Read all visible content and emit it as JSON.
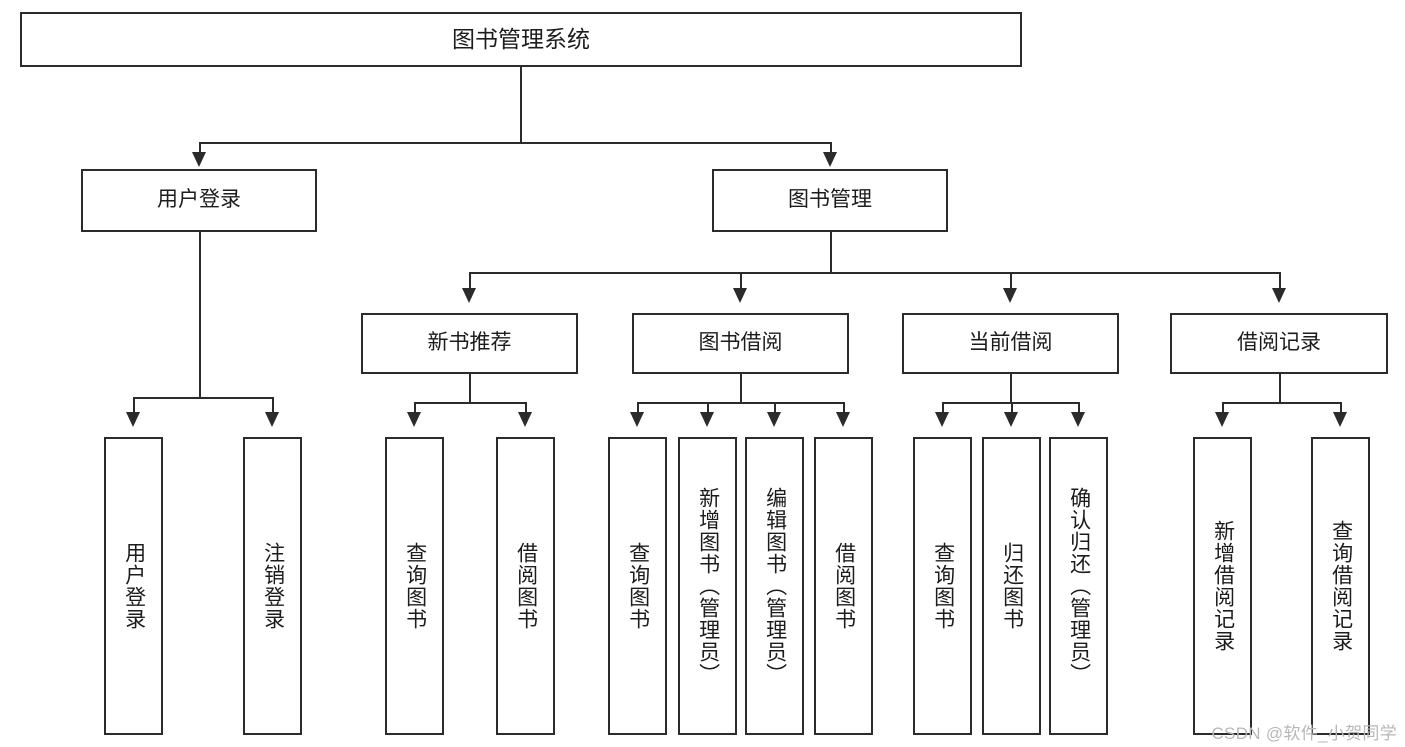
{
  "diagram": {
    "type": "tree-hierarchy",
    "title": "图书管理系统",
    "root": {
      "label": "图书管理系统"
    },
    "level2": [
      {
        "id": "user-login",
        "label": "用户登录"
      },
      {
        "id": "book-manage",
        "label": "图书管理"
      }
    ],
    "level3": [
      {
        "id": "new-book-recommend",
        "label": "新书推荐"
      },
      {
        "id": "book-borrow",
        "label": "图书借阅"
      },
      {
        "id": "current-borrow",
        "label": "当前借阅"
      },
      {
        "id": "borrow-record",
        "label": "借阅记录"
      }
    ],
    "leaves": [
      {
        "id": "leaf-user-login",
        "label": "用户登录",
        "parent": "用户登录"
      },
      {
        "id": "leaf-user-logout",
        "label": "注销登录",
        "parent": "用户登录"
      },
      {
        "id": "leaf-query-book-1",
        "label": "查询图书",
        "parent": "新书推荐"
      },
      {
        "id": "leaf-borrow-book-1",
        "label": "借阅图书",
        "parent": "新书推荐"
      },
      {
        "id": "leaf-query-book-2",
        "label": "查询图书",
        "parent": "图书借阅"
      },
      {
        "id": "leaf-add-book",
        "label": "新增图书（管理员）",
        "parent": "图书借阅"
      },
      {
        "id": "leaf-edit-book",
        "label": "编辑图书（管理员）",
        "parent": "图书借阅"
      },
      {
        "id": "leaf-borrow-book-2",
        "label": "借阅图书",
        "parent": "图书借阅"
      },
      {
        "id": "leaf-query-book-3",
        "label": "查询图书",
        "parent": "当前借阅"
      },
      {
        "id": "leaf-return-book",
        "label": "归还图书",
        "parent": "当前借阅"
      },
      {
        "id": "leaf-confirm-return",
        "label": "确认归还（管理员）",
        "parent": "当前借阅"
      },
      {
        "id": "leaf-add-record",
        "label": "新增借阅记录",
        "parent": "借阅记录"
      },
      {
        "id": "leaf-query-record",
        "label": "查询借阅记录",
        "parent": "借阅记录"
      }
    ]
  },
  "watermark": {
    "text": "CSDN @软件_小贺同学"
  },
  "colors": {
    "stroke": "#2b2b2b",
    "background": "#ffffff",
    "text": "#1c1c1c",
    "watermark": "#b8b8b8"
  }
}
